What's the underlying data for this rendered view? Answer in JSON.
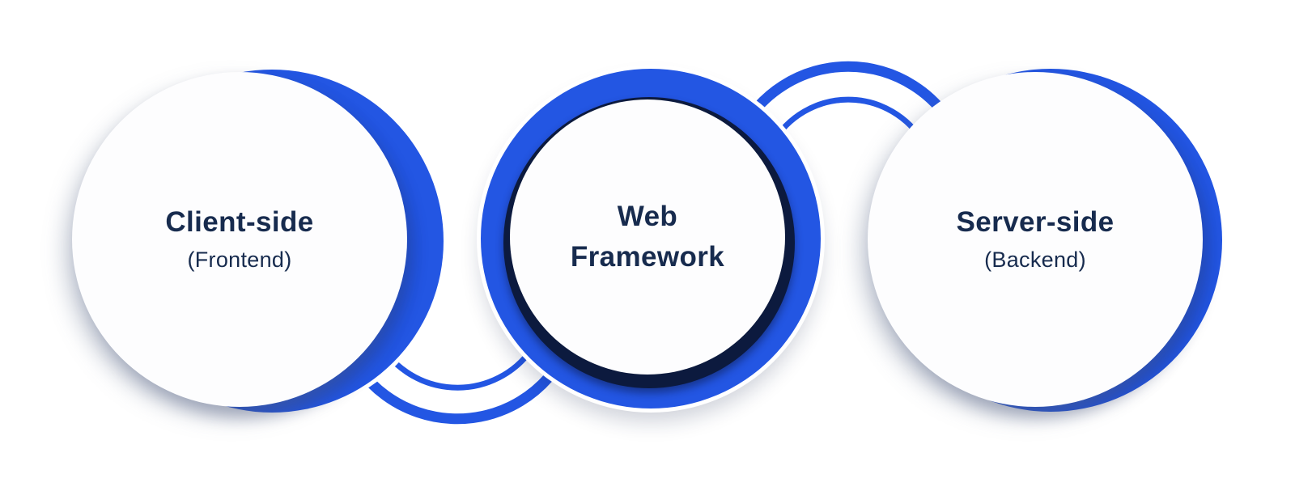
{
  "diagram": {
    "background": "#ffffff",
    "colors": {
      "accent_blue": "#2356e3",
      "dark_navy_ring": "#0c1a3e",
      "text_navy": "#172b4e"
    },
    "nodes": {
      "client": {
        "title": "Client-side",
        "subtitle": "(Frontend)"
      },
      "framework": {
        "line1": "Web",
        "line2": "Framework"
      },
      "server": {
        "title": "Server-side",
        "subtitle": "(Backend)"
      }
    }
  }
}
